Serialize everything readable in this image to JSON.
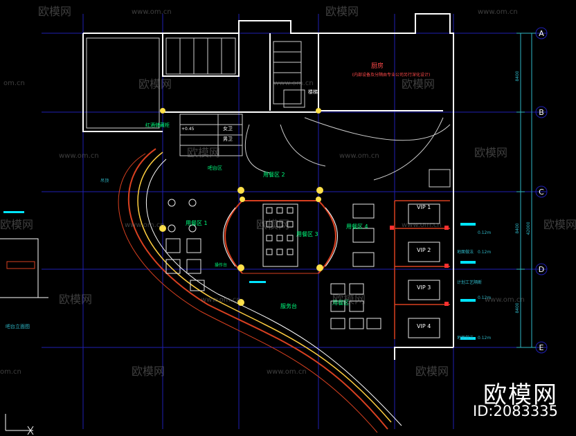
{
  "watermark": {
    "brand": "欧模网",
    "site": "www.om.cn",
    "site_short": "om.cn",
    "id": "ID:2083335"
  },
  "grid_labels": [
    "A",
    "B",
    "C",
    "D",
    "E"
  ],
  "dims": {
    "d1": "8400",
    "d2": "8400",
    "d3": "8400",
    "total": "42000"
  },
  "rooms": {
    "kitchen": "厨房",
    "kitchen_note": "(内部设备及分隔由专业公司另行深化设计)",
    "red_wine": "红酒储藏柜",
    "ladies": "女卫",
    "gents": "男卫",
    "bar": "吧台区",
    "dining1": "用餐区 1",
    "dining2": "用餐区 2",
    "dining3": "用餐区 3",
    "dining4": "用餐区 4",
    "dining5": "用餐区",
    "service": "服务台",
    "vip1": "VIP 1",
    "vip2": "VIP 2",
    "vip3": "VIP 3",
    "vip4": "VIP 4",
    "bar_elevation": "吧台立面图",
    "stair": "楼梯",
    "side_small": "操作台"
  },
  "notes": {
    "n1": "0.12m",
    "n2": "0.12m",
    "n3": "0.12m",
    "n4": "0.12m",
    "n5": "地面做法",
    "n6": "计划工艺隔断",
    "n7": "地面做法",
    "n8": "吊顶",
    "n9": "+0.45"
  }
}
